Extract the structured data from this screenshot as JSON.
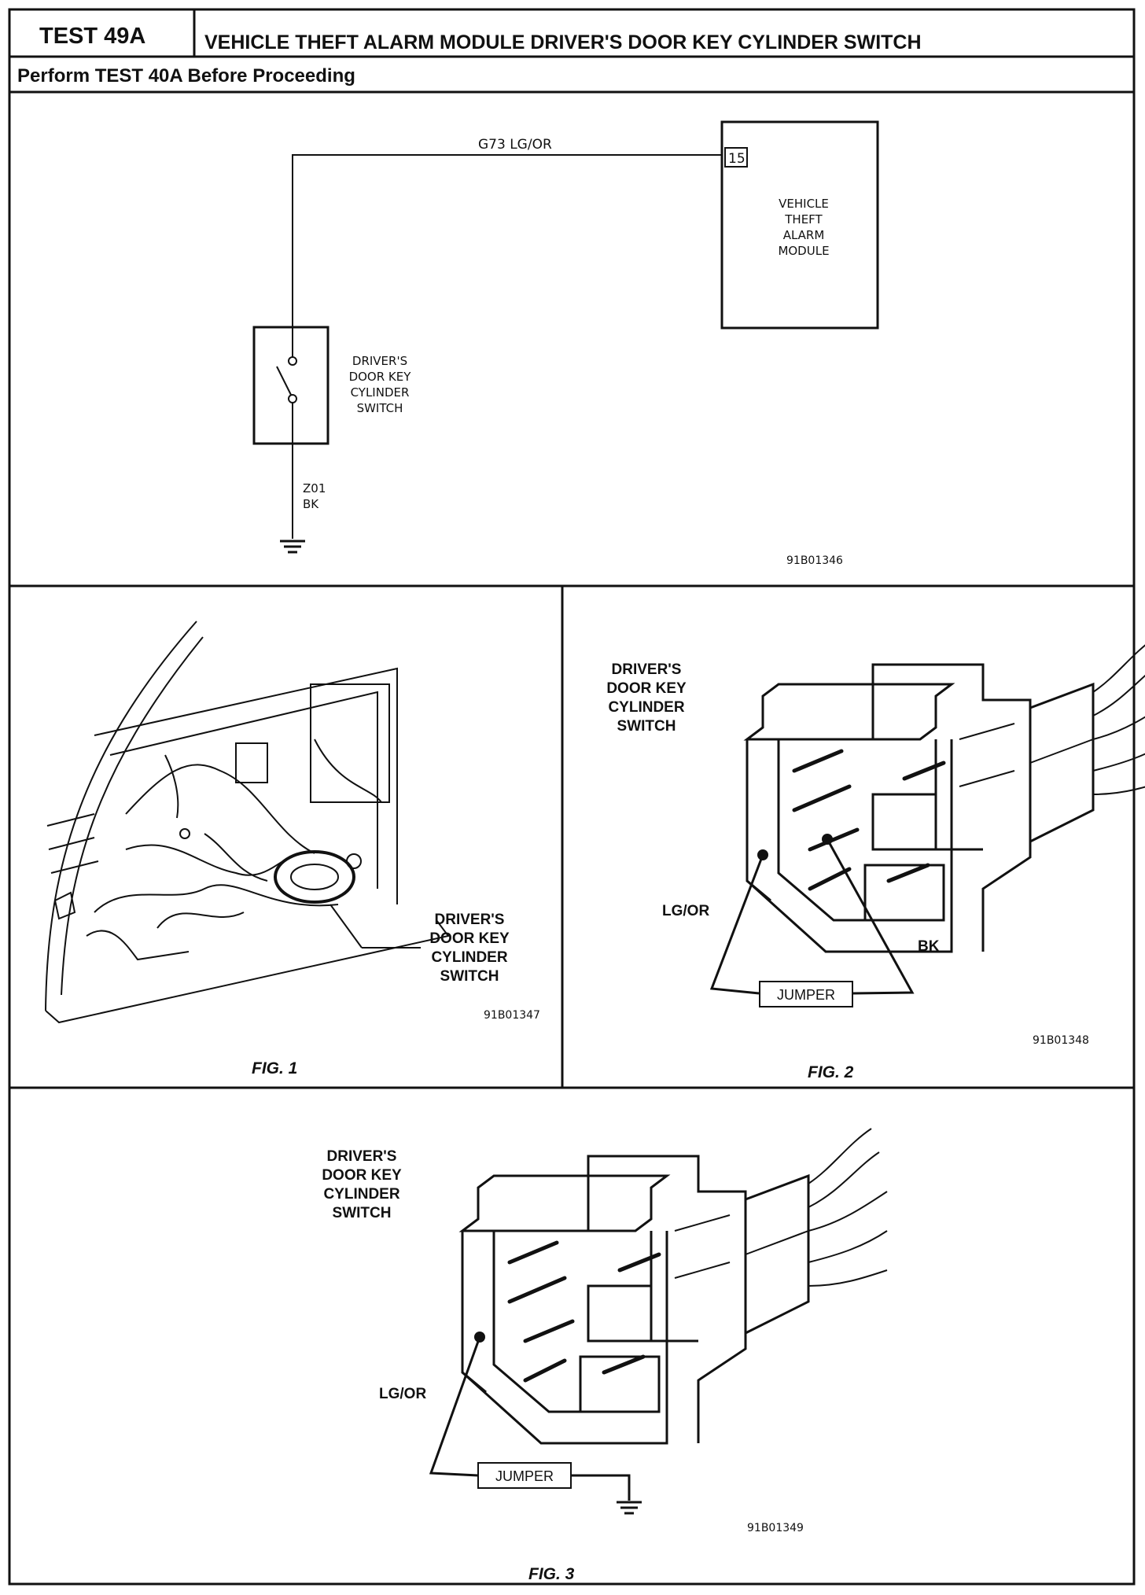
{
  "header": {
    "test_id": "TEST 49A",
    "title": "VEHICLE THEFT ALARM MODULE DRIVER'S DOOR KEY CYLINDER SWITCH",
    "prerequisite": "Perform TEST 40A Before Proceeding"
  },
  "schematic": {
    "wire_top": "G73 LG/OR",
    "pin_number": "15",
    "module_label": [
      "VEHICLE",
      "THEFT",
      "ALARM",
      "MODULE"
    ],
    "switch_label": [
      "DRIVER'S",
      "DOOR KEY",
      "CYLINDER",
      "SWITCH"
    ],
    "wire_ground": [
      "Z01",
      "BK"
    ],
    "figure_code": "91B01346"
  },
  "fig1": {
    "callout": [
      "DRIVER'S",
      "DOOR KEY",
      "CYLINDER",
      "SWITCH"
    ],
    "figure_code": "91B01347",
    "caption": "FIG. 1"
  },
  "fig2": {
    "label": [
      "DRIVER'S",
      "DOOR KEY",
      "CYLINDER",
      "SWITCH"
    ],
    "wire_left": "LG/OR",
    "wire_right": "BK",
    "jumper": "JUMPER",
    "figure_code": "91B01348",
    "caption": "FIG. 2"
  },
  "fig3": {
    "label": [
      "DRIVER'S",
      "DOOR KEY",
      "CYLINDER",
      "SWITCH"
    ],
    "wire_left": "LG/OR",
    "jumper": "JUMPER",
    "figure_code": "91B01349",
    "caption": "FIG. 3"
  }
}
